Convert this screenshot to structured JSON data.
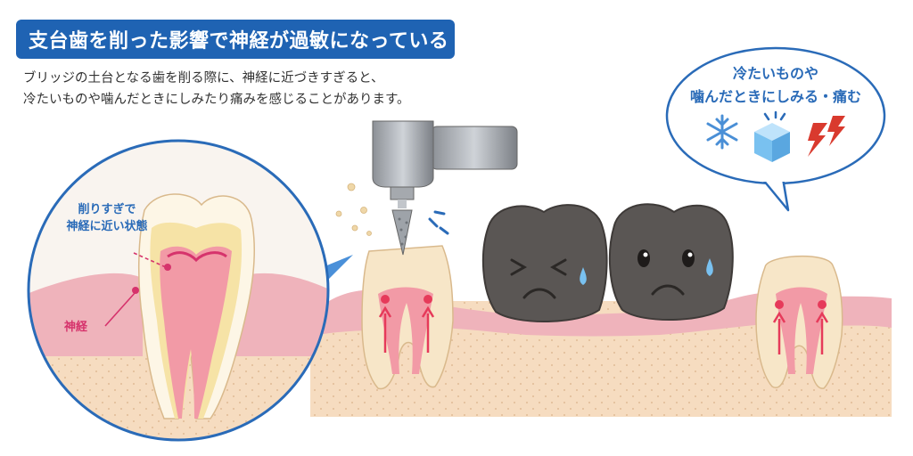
{
  "title": "支台歯を削った影響で神経が過敏になっている",
  "description": [
    "ブリッジの土台となる歯を削る際に、神経に近づきすぎると、",
    "冷たいものや噛んだときにしみたり痛みを感じることがあります。"
  ],
  "bubble": {
    "line1": "冷たいものや",
    "line2": "噛んだときにしみる・痛む"
  },
  "zoom": {
    "label_near_nerve_line1": "削りすぎで",
    "label_near_nerve_line2": "神経に近い状態",
    "label_nerve": "神経"
  },
  "icons": [
    "snowflake-icon",
    "ice-cube-icon",
    "lightning-icon",
    "dental-drill-icon"
  ],
  "colors": {
    "title_bg": "#1f63b3",
    "accent_blue": "#2a6bb8",
    "nerve_pink": "#d6336c",
    "gum": "#efb3bb",
    "bone": "#f6dcc0",
    "crown": "#5a5654",
    "ice": "#79c1f0",
    "lightning": "#d93a2e"
  }
}
